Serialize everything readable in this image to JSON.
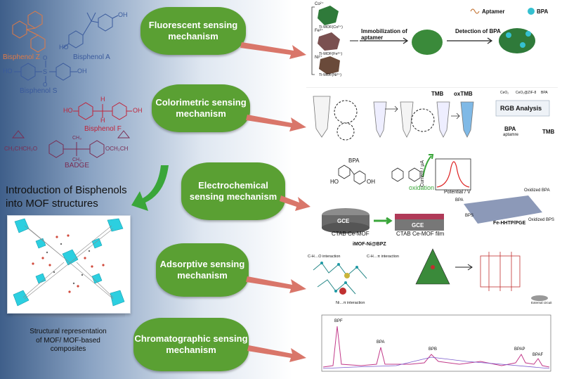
{
  "chemicals": {
    "bisphenol_z": "Bisphenol Z",
    "bisphenol_a": "Bisphenol A",
    "bisphenol_s": "Bisphenol S",
    "bisphenol_f": "Bisphenol F",
    "badge": "BADGE",
    "oh": "OH",
    "ho": "HO",
    "h": "H",
    "c": "C",
    "s": "S",
    "o": "O",
    "badge_left": "CH₂CHCH₂O",
    "badge_right": "OCH₂CH",
    "ch3": "CH₃"
  },
  "intro_text": "Introduction of Bisphenols into MOF structures",
  "structural_caption": "Structural representation of MOF/ MOF-based composites",
  "mechanisms": [
    {
      "label": "Fluorescent sensing mechanism"
    },
    {
      "label": "Colorimetric sensing mechanism"
    },
    {
      "label": "Electrochemical sensing mechanism"
    },
    {
      "label": "Adsorptive sensing mechanism"
    },
    {
      "label": "Chromatographic sensing mechanism"
    }
  ],
  "fluorescent_panel": {
    "legend_aptamer": "Aptamer",
    "legend_bpa": "BPA",
    "step1": "Immobilization of aptamer",
    "step2": "Detection of BPA",
    "metals": [
      "Co²⁺",
      "Fe³⁺",
      "Ni²⁺"
    ],
    "mof_labels": [
      "Ti-MOF(Co²⁺)",
      "Ti-MOF(Fe³⁺)",
      "Ti-MOF(Ni²⁺)"
    ]
  },
  "colorimetric_panel": {
    "tmb": "TMB",
    "oxtmb": "oxTMB",
    "rgb": "RGB Analysis",
    "bpa": "BPA",
    "aptamer": "aptamre",
    "tmb2": "TMB",
    "legend_items": [
      "CeO₂",
      "CeO₂@ZIF-8",
      "BPA"
    ]
  },
  "electrochemical_panel": {
    "bpa": "BPA",
    "oxidation": "oxidation",
    "current": "Current / μA",
    "potential": "Potential / V",
    "gce": "GCE",
    "gce2": "GCE",
    "ctab_mof": "CTAB Ce-MOF",
    "ctab_film": "CTAB Ce-MOF  film",
    "fe_hhtp": "Fe-HHTP/PGE",
    "oxidized1": "Oxidized BPA",
    "oxidized2": "Oxidized BPS",
    "bps": "BPS",
    "bpa2": "BPA"
  },
  "adsorptive_panel": {
    "title": "iMOF-Ni@BPZ",
    "int1": "C-H…O interaction",
    "int2": "C-H…π interaction",
    "int3": "Ni…π interaction",
    "external": "External circuit"
  },
  "chromatographic_panel": {
    "peaks": [
      "BPF",
      "BPA",
      "BPB",
      "BPAP",
      "BPAF"
    ]
  },
  "colors": {
    "mechanism_green": "#5aa033",
    "arrow": "#d9766a",
    "big_arrow_green": "#3aa63a",
    "mof_cyan": "#2ccfe0"
  }
}
